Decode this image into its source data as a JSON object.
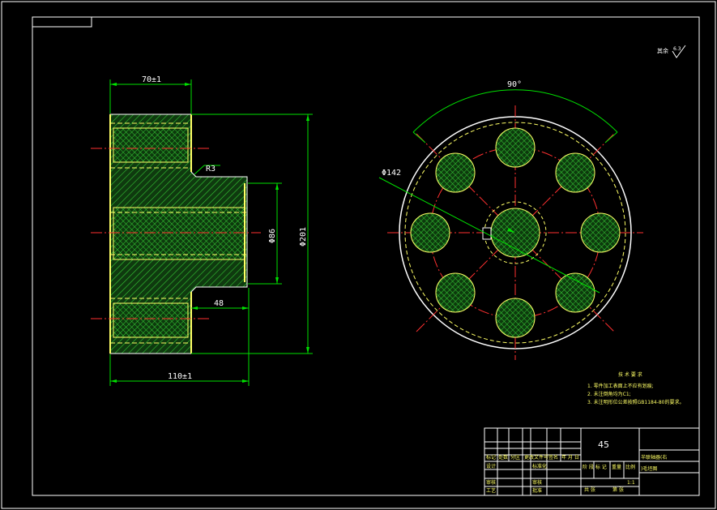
{
  "section_view": {
    "dim_top": "70±1",
    "dim_bottom": "110±1",
    "dim_step": "48",
    "dim_bore": "Φ86",
    "dim_outer": "Φ201",
    "dim_radius": "R3"
  },
  "end_view": {
    "dim_angle": "90°",
    "dim_pitch": "Φ142"
  },
  "roughness": {
    "label": "其余",
    "value": "6.3"
  },
  "tech_requirements": {
    "title": "技 术 要 求",
    "items": [
      "1. 零件加工表面上不应有划痕;",
      "2. 未注倒角均为C1;",
      "3. 未注明形位公差按照GB1184-80的要求。"
    ]
  },
  "title_block": {
    "material": "45",
    "part_name_line1": "半联轴器(右",
    "part_name_line2": ")毛坯图",
    "scale": "1:1",
    "row_labels": [
      "设计",
      "审核",
      "工艺"
    ],
    "col_labels": [
      "标记",
      "处数",
      "分区",
      "更改文件号",
      "签名",
      "年 月 日"
    ],
    "mid_labels": [
      "标准化",
      "审核",
      "批准"
    ],
    "stage_labels": [
      "阶 段 标 记",
      "重量",
      "比例"
    ],
    "sheet_labels": [
      "共 张",
      "第 张"
    ]
  }
}
